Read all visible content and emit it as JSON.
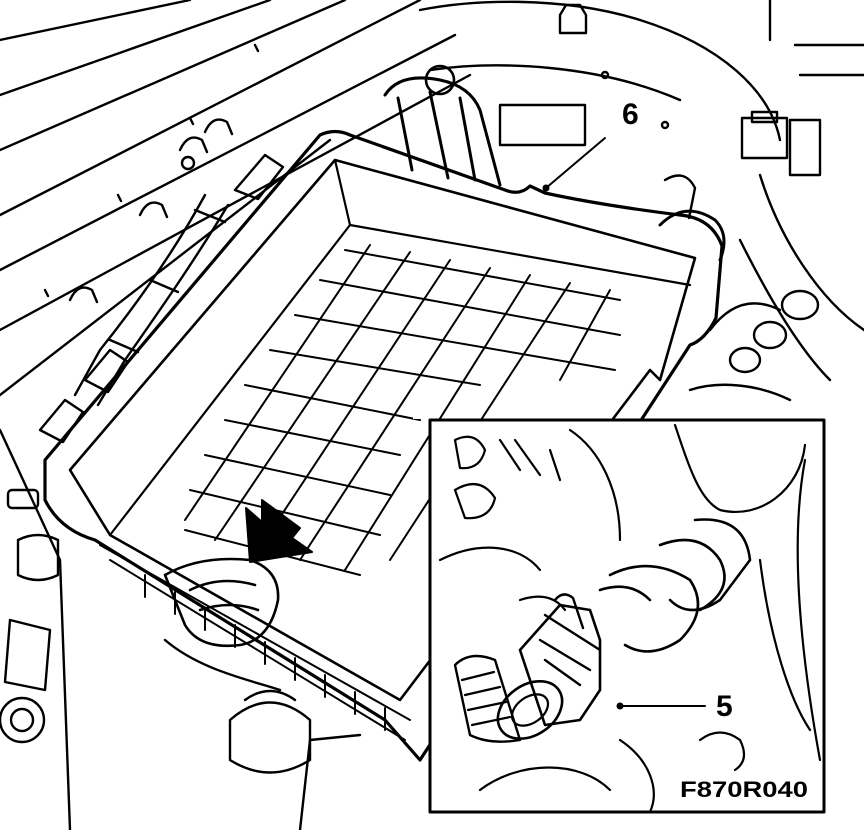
{
  "callouts": {
    "main_part": "6",
    "inset_part": "5"
  },
  "figure_code": "F870R040",
  "colors": {
    "ink": "#000000",
    "paper": "#ffffff"
  },
  "icons": {
    "direction_arrow": "arrow-down-left-icon"
  }
}
